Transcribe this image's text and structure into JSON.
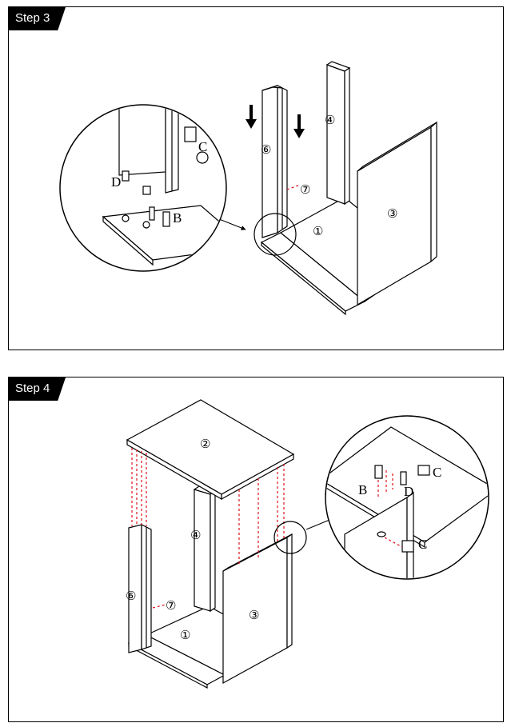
{
  "steps": [
    {
      "label": "Step 3",
      "callouts": {
        "p6": "⑥",
        "p7": "⑦",
        "p4": "④",
        "p3": "③",
        "p1": "①"
      },
      "detail_letters": {
        "c": "C",
        "d": "D",
        "b": "B"
      }
    },
    {
      "label": "Step 4",
      "callouts": {
        "p2": "②",
        "p4": "④",
        "p6": "⑥",
        "p7": "⑦",
        "p1": "①",
        "p3": "③"
      },
      "detail_letters": {
        "b": "B",
        "d": "D",
        "c1": "C",
        "c2": "C"
      }
    }
  ],
  "colors": {
    "line": "#000000",
    "dashed_guide": "#e0101a",
    "tag_bg": "#000000",
    "tag_text": "#ffffff"
  }
}
